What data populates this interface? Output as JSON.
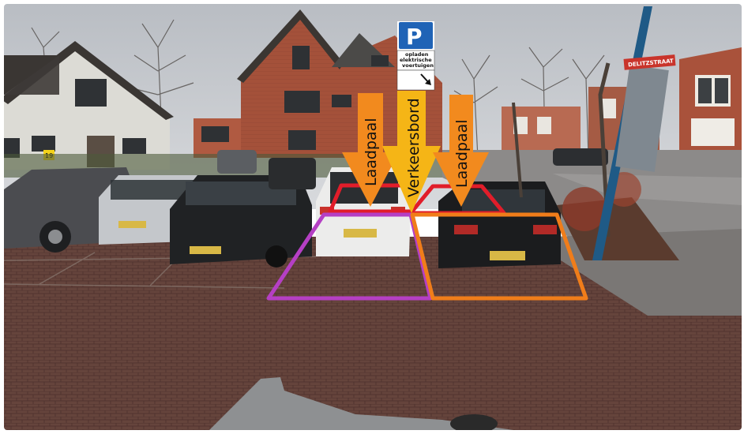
{
  "scene": {
    "colors": {
      "sky": "#c9cdd2",
      "brick_house": "#a4513a",
      "white_house": "#d9d8d2",
      "pavement": "#6b4a42",
      "arrow_orange": "#f28a1e",
      "arrow_yellow": "#f5b516",
      "outline_red": "#e11d2a",
      "outline_purple": "#b53fc4",
      "outline_orange": "#f07d1a",
      "sign_blue": "#1f63b6"
    }
  },
  "overlays": {
    "arrows": [
      {
        "label": "Laadpaal",
        "color": "arrow_orange"
      },
      {
        "label": "Verkeersbord",
        "color": "arrow_yellow"
      },
      {
        "label": "Laadpaal",
        "color": "arrow_orange"
      }
    ]
  },
  "sign": {
    "symbol": "P",
    "subtext_line1": "opladen",
    "subtext_line2": "elektrische",
    "subtext_line3": "voertuigen",
    "arrow_icon": "diagonal-arrow-icon"
  },
  "street_sign": {
    "text": "DELITZSTRAAT"
  },
  "house_number": {
    "text": "19"
  }
}
